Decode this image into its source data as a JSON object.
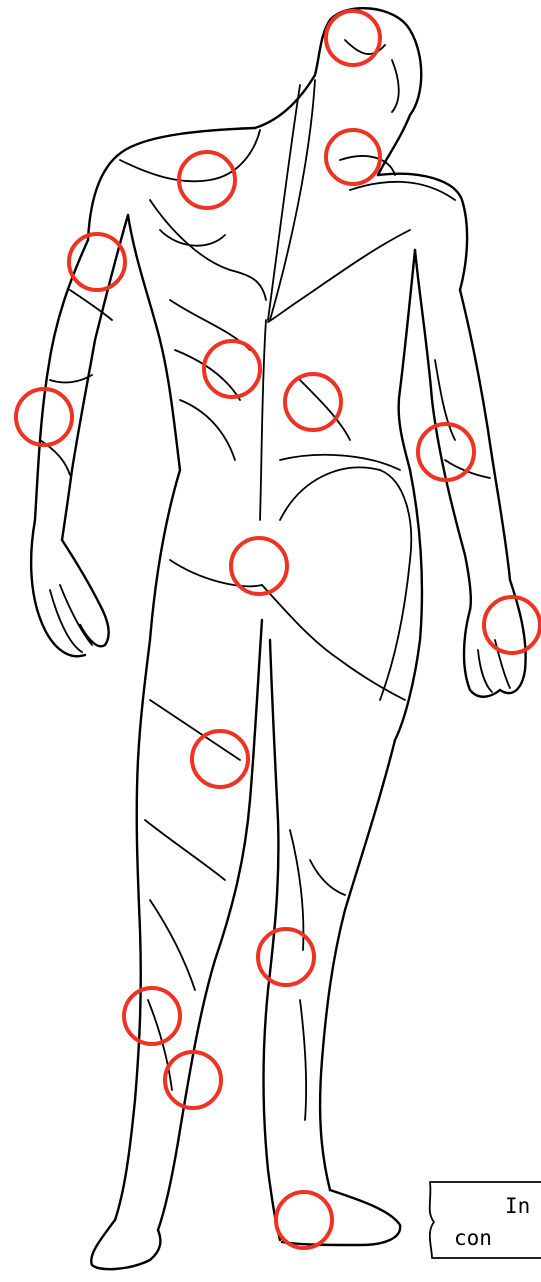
{
  "figure": {
    "subject": "back-view-human-body-outline",
    "marker_color": "#ee3322",
    "ink_color": "#000000",
    "markers": [
      {
        "id": "head-back"
      },
      {
        "id": "neck"
      },
      {
        "id": "left-shoulder"
      },
      {
        "id": "left-upper-arm"
      },
      {
        "id": "left-elbow"
      },
      {
        "id": "spine-upper"
      },
      {
        "id": "lower-back-right"
      },
      {
        "id": "right-forearm"
      },
      {
        "id": "sacrum"
      },
      {
        "id": "right-wrist"
      },
      {
        "id": "left-thigh"
      },
      {
        "id": "right-knee-back"
      },
      {
        "id": "left-calf"
      },
      {
        "id": "left-lower-calf"
      },
      {
        "id": "right-heel"
      }
    ]
  },
  "note_box": {
    "line1": "In",
    "line2": "con"
  }
}
